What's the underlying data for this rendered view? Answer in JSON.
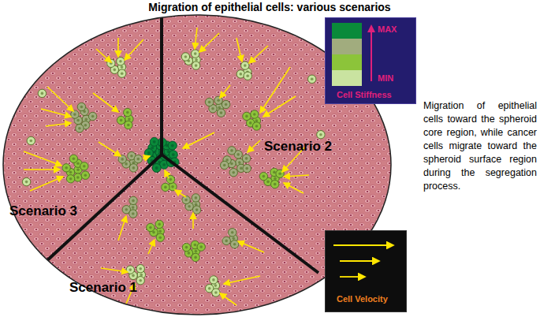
{
  "diagram": {
    "title": "Migration of epithelial cells: various scenarios",
    "caption": "Migration of epithelial cells toward the spheroid core region, while cancer cells migrate toward the spheroid surface region during the segregation process.",
    "nodes": [
      {
        "text": [
          "MAX",
          "MIN",
          "Cell Stiffness"
        ]
      },
      {
        "text": [
          "Cell Velocity"
        ]
      }
    ],
    "labels": [
      "Scenario 3",
      "Scenario 2",
      "Scenario 1"
    ]
  }
}
